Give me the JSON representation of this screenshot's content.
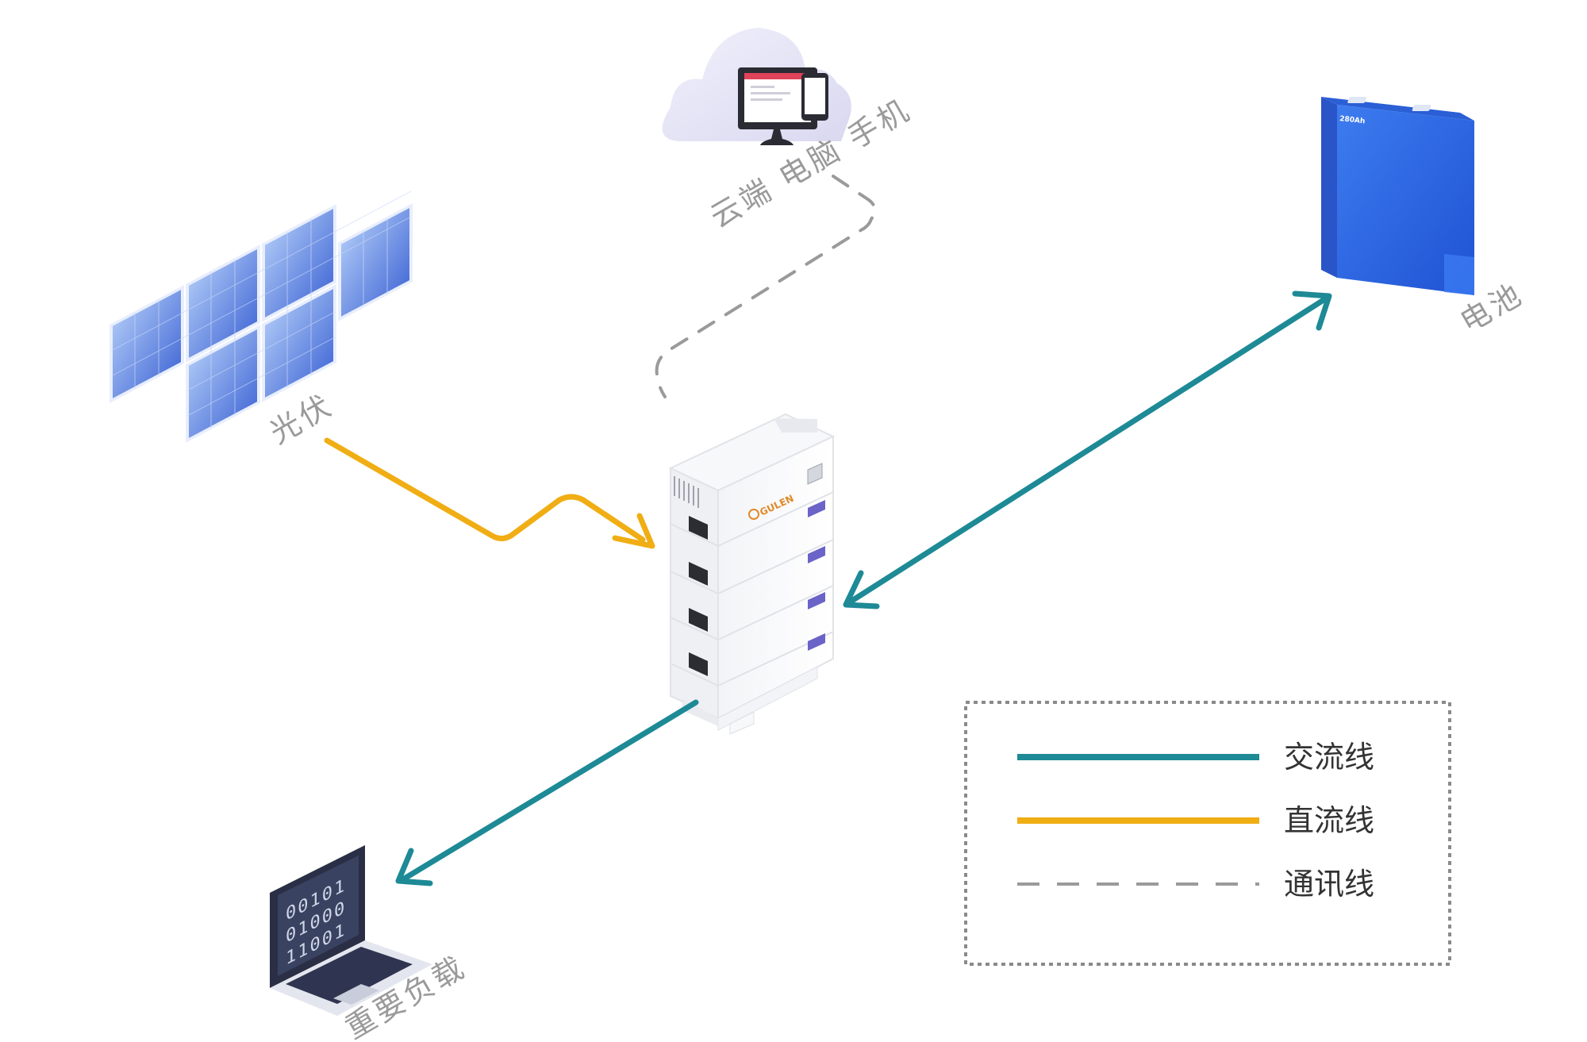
{
  "colors": {
    "ac": "#1d8a96",
    "dc": "#f0ae14",
    "comm": "#9a9a9a",
    "battery": "#2f6de0",
    "label": "#9a9a9a",
    "legend_text": "#333333"
  },
  "nodes": {
    "cloud": {
      "label": "云端 电脑 手机",
      "icon": "cloud-computer-phone-icon"
    },
    "solar": {
      "label": "光伏",
      "icon": "solar-panel-icon"
    },
    "battery": {
      "label": "电池",
      "icon": "battery-cell-icon",
      "capacity": "280Ah"
    },
    "inverter": {
      "icon": "stacked-inverter-icon",
      "brand": "GULEN"
    },
    "load": {
      "label": "重要负载",
      "icon": "laptop-icon",
      "screen_bits": [
        "00101",
        "01000",
        "11001"
      ]
    }
  },
  "legend": {
    "items": [
      {
        "label": "交流线",
        "style": "solid",
        "color": "#1d8a96"
      },
      {
        "label": "直流线",
        "style": "solid",
        "color": "#f0ae14"
      },
      {
        "label": "通讯线",
        "style": "dashed",
        "color": "#9a9a9a"
      }
    ]
  }
}
